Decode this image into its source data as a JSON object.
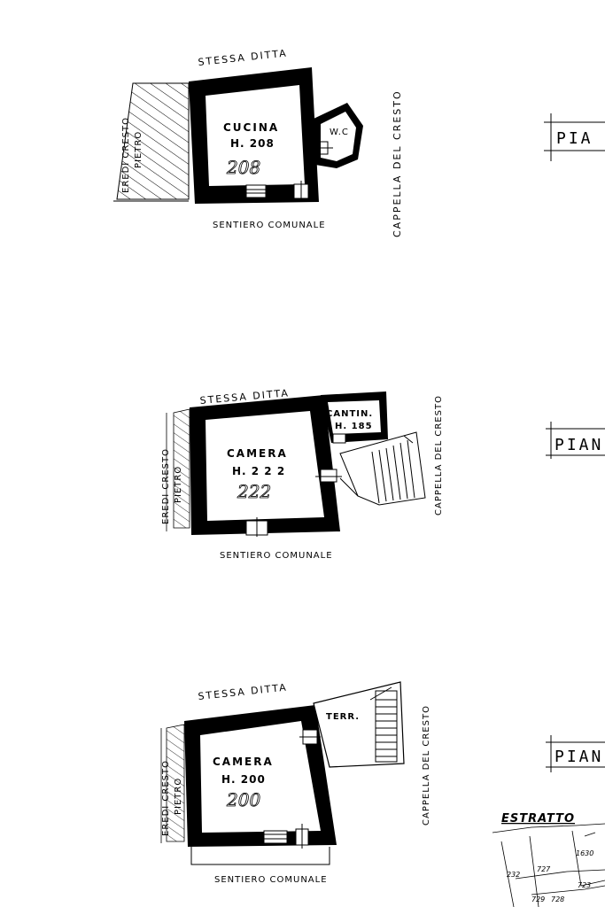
{
  "floor1": {
    "north": "STESSA DITTA",
    "west_line1": "EREDI CRESTO",
    "west_line2": "PIETRO",
    "east": "CAPPELLA DEL CRESTO",
    "south": "SENTIERO COMUNALE",
    "room_name": "CUCINA",
    "room_height": "H. 208",
    "room_hand": "208",
    "wc": "W.C",
    "pia_label": "PIA"
  },
  "floor2": {
    "north": "STESSA DITTA",
    "west_line1": "EREDI CRESTO",
    "west_line2": "PIETRO",
    "east": "CAPPELLA DEL CRESTO",
    "south": "SENTIERO COMUNALE",
    "room_name": "CAMERA",
    "room_height": "H. 2 2 2",
    "room_hand": "222",
    "cantina_name": "CANTIN.",
    "cantina_height": "H. 185",
    "pia_label": "PIAN"
  },
  "floor3": {
    "north": "STESSA DITTA",
    "west_line1": "EREDI CRESTO",
    "west_line2": "PIETRO",
    "east": "CAPPELLA DEL CRESTO",
    "south": "SENTIERO COMUNALE",
    "room_name": "CAMERA",
    "room_height": "H. 200",
    "room_hand": "200",
    "terrace": "TERR.",
    "pia_label": "PIAN"
  },
  "estratto": {
    "title": "ESTRATTO",
    "parcels": [
      "1630",
      "727",
      "232",
      "729",
      "728",
      "723"
    ]
  }
}
